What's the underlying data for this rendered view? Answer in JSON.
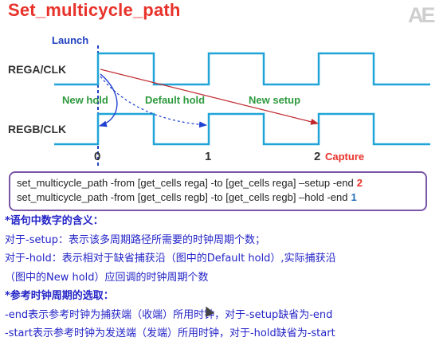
{
  "title": "Set_multicycle_path",
  "logo_text": "AE",
  "diagram": {
    "launch_label": "Launch",
    "capture_label": "Capture",
    "rega_label": "REGA/CLK",
    "regb_label": "REGB/CLK",
    "new_hold_label": "New hold",
    "default_hold_label": "Default hold",
    "new_setup_label": "New setup",
    "edge_labels": [
      "0",
      "1",
      "2"
    ],
    "colors": {
      "launch": "#1f3fbf",
      "signal": "#20a4d8",
      "green_label": "#2e9a3e",
      "capture": "#e8322a",
      "arrow_red": "#c0282d",
      "arrow_blue": "#2040d0"
    }
  },
  "code": {
    "line1_text": "set_multicycle_path -from [get_cells rega] -to [get_cells rega] –setup -end",
    "line1_num": "2",
    "line2_text": "set_multicycle_path -from [get_cells regb] -to [get_cells regb] –hold -end",
    "line2_num": "1"
  },
  "notes": [
    "*语句中数字的含义：",
    "对于-setup：表示该多周期路径所需要的时钟周期个数；",
    "对于-hold：表示相对于缺省捕获沿（图中的Default hold）,实际捕获沿",
    "（图中的New hold）应回调的时钟周期个数",
    "*参考时钟周期的选取：",
    "-end表示参考时钟为捕获端（收端）所用时钟，对于-setup缺省为-end",
    "-start表示参考时钟为发送端（发端）所用时钟，对于-hold缺省为-start"
  ]
}
